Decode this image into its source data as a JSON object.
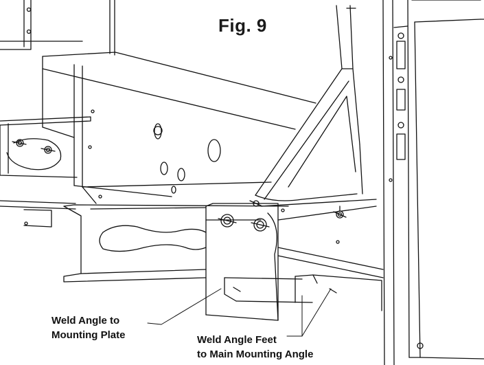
{
  "figure": {
    "title": "Fig. 9",
    "callouts": [
      {
        "line1": "Weld Angle to",
        "line2": "Mounting Plate"
      },
      {
        "line1": "Weld Angle Feet",
        "line2": "to Main Mounting Angle"
      }
    ]
  },
  "colors": {
    "line": "#111111",
    "background": "#ffffff"
  }
}
